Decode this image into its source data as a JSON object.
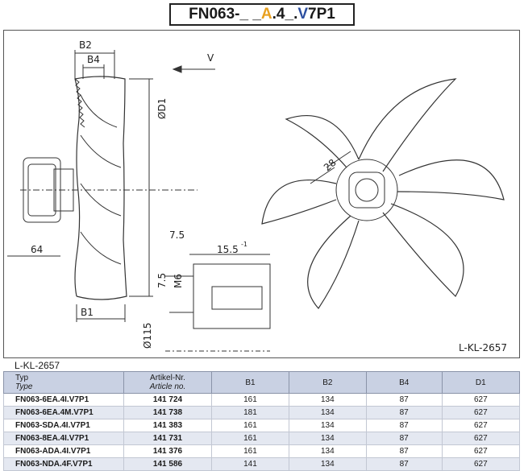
{
  "title": {
    "segments": [
      {
        "text": "FN063-_ _",
        "color": "#1a1a1a"
      },
      {
        "text": "A",
        "color": "#e8a020"
      },
      {
        "text": ".4_.",
        "color": "#1a1a1a"
      },
      {
        "text": "V",
        "color": "#2d4fa0"
      },
      {
        "text": "7P1",
        "color": "#1a1a1a"
      }
    ]
  },
  "drawing": {
    "labels": {
      "b2": "B2",
      "b4": "B4",
      "v": "V",
      "d1": "ØD1",
      "b1": "B1",
      "d64": "64",
      "d28": "28",
      "d7_5_top": "7.5",
      "d15_5": "15.5",
      "d15_5_sup": "-1",
      "d7_5_side": "7.5",
      "m6": "M6",
      "d115": "Ø115",
      "drawing_ref": "L-KL-2657"
    }
  },
  "table": {
    "caption": "L-KL-2657",
    "headers": [
      {
        "main": "Typ",
        "sub": "Type"
      },
      {
        "main": "Artikel-Nr.",
        "sub": "Article no."
      },
      {
        "main": "B1",
        "sub": ""
      },
      {
        "main": "B2",
        "sub": ""
      },
      {
        "main": "B4",
        "sub": ""
      },
      {
        "main": "D1",
        "sub": ""
      }
    ],
    "rows": [
      [
        "FN063-6EA.4I.V7P1",
        "141 724",
        "161",
        "134",
        "87",
        "627"
      ],
      [
        "FN063-6EA.4M.V7P1",
        "141 738",
        "181",
        "134",
        "87",
        "627"
      ],
      [
        "FN063-SDA.4I.V7P1",
        "141 383",
        "161",
        "134",
        "87",
        "627"
      ],
      [
        "FN063-8EA.4I.V7P1",
        "141 731",
        "161",
        "134",
        "87",
        "627"
      ],
      [
        "FN063-ADA.4I.V7P1",
        "141 376",
        "161",
        "134",
        "87",
        "627"
      ],
      [
        "FN063-NDA.4F.V7P1",
        "141 586",
        "141",
        "134",
        "87",
        "627"
      ]
    ]
  }
}
